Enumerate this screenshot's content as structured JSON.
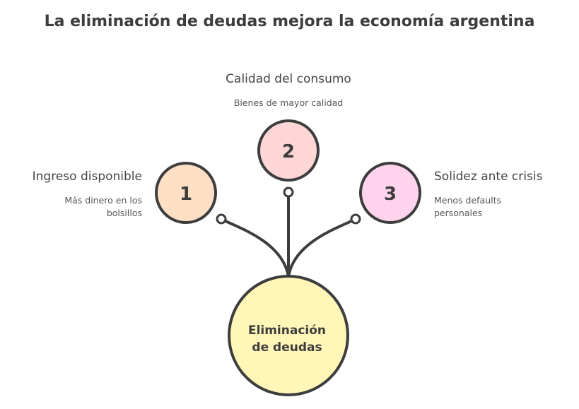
{
  "title": "La eliminación de deudas mejora la economía argentina",
  "center": {
    "line1": "Eliminación",
    "line2": "de deudas",
    "color": "#fff6b8"
  },
  "items": [
    {
      "number": "1",
      "heading": "Ingreso disponible",
      "desc_line1": "Más dinero en los",
      "desc_line2": "bolsillos",
      "color": "#ffe0c4"
    },
    {
      "number": "2",
      "heading": "Calidad del consumo",
      "desc_line1": "Bienes de mayor calidad",
      "desc_line2": "",
      "color": "#ffd6d6"
    },
    {
      "number": "3",
      "heading": "Solidez ante crisis",
      "desc_line1": "Menos defaults",
      "desc_line2": "personales",
      "color": "#ffd3ec"
    }
  ]
}
